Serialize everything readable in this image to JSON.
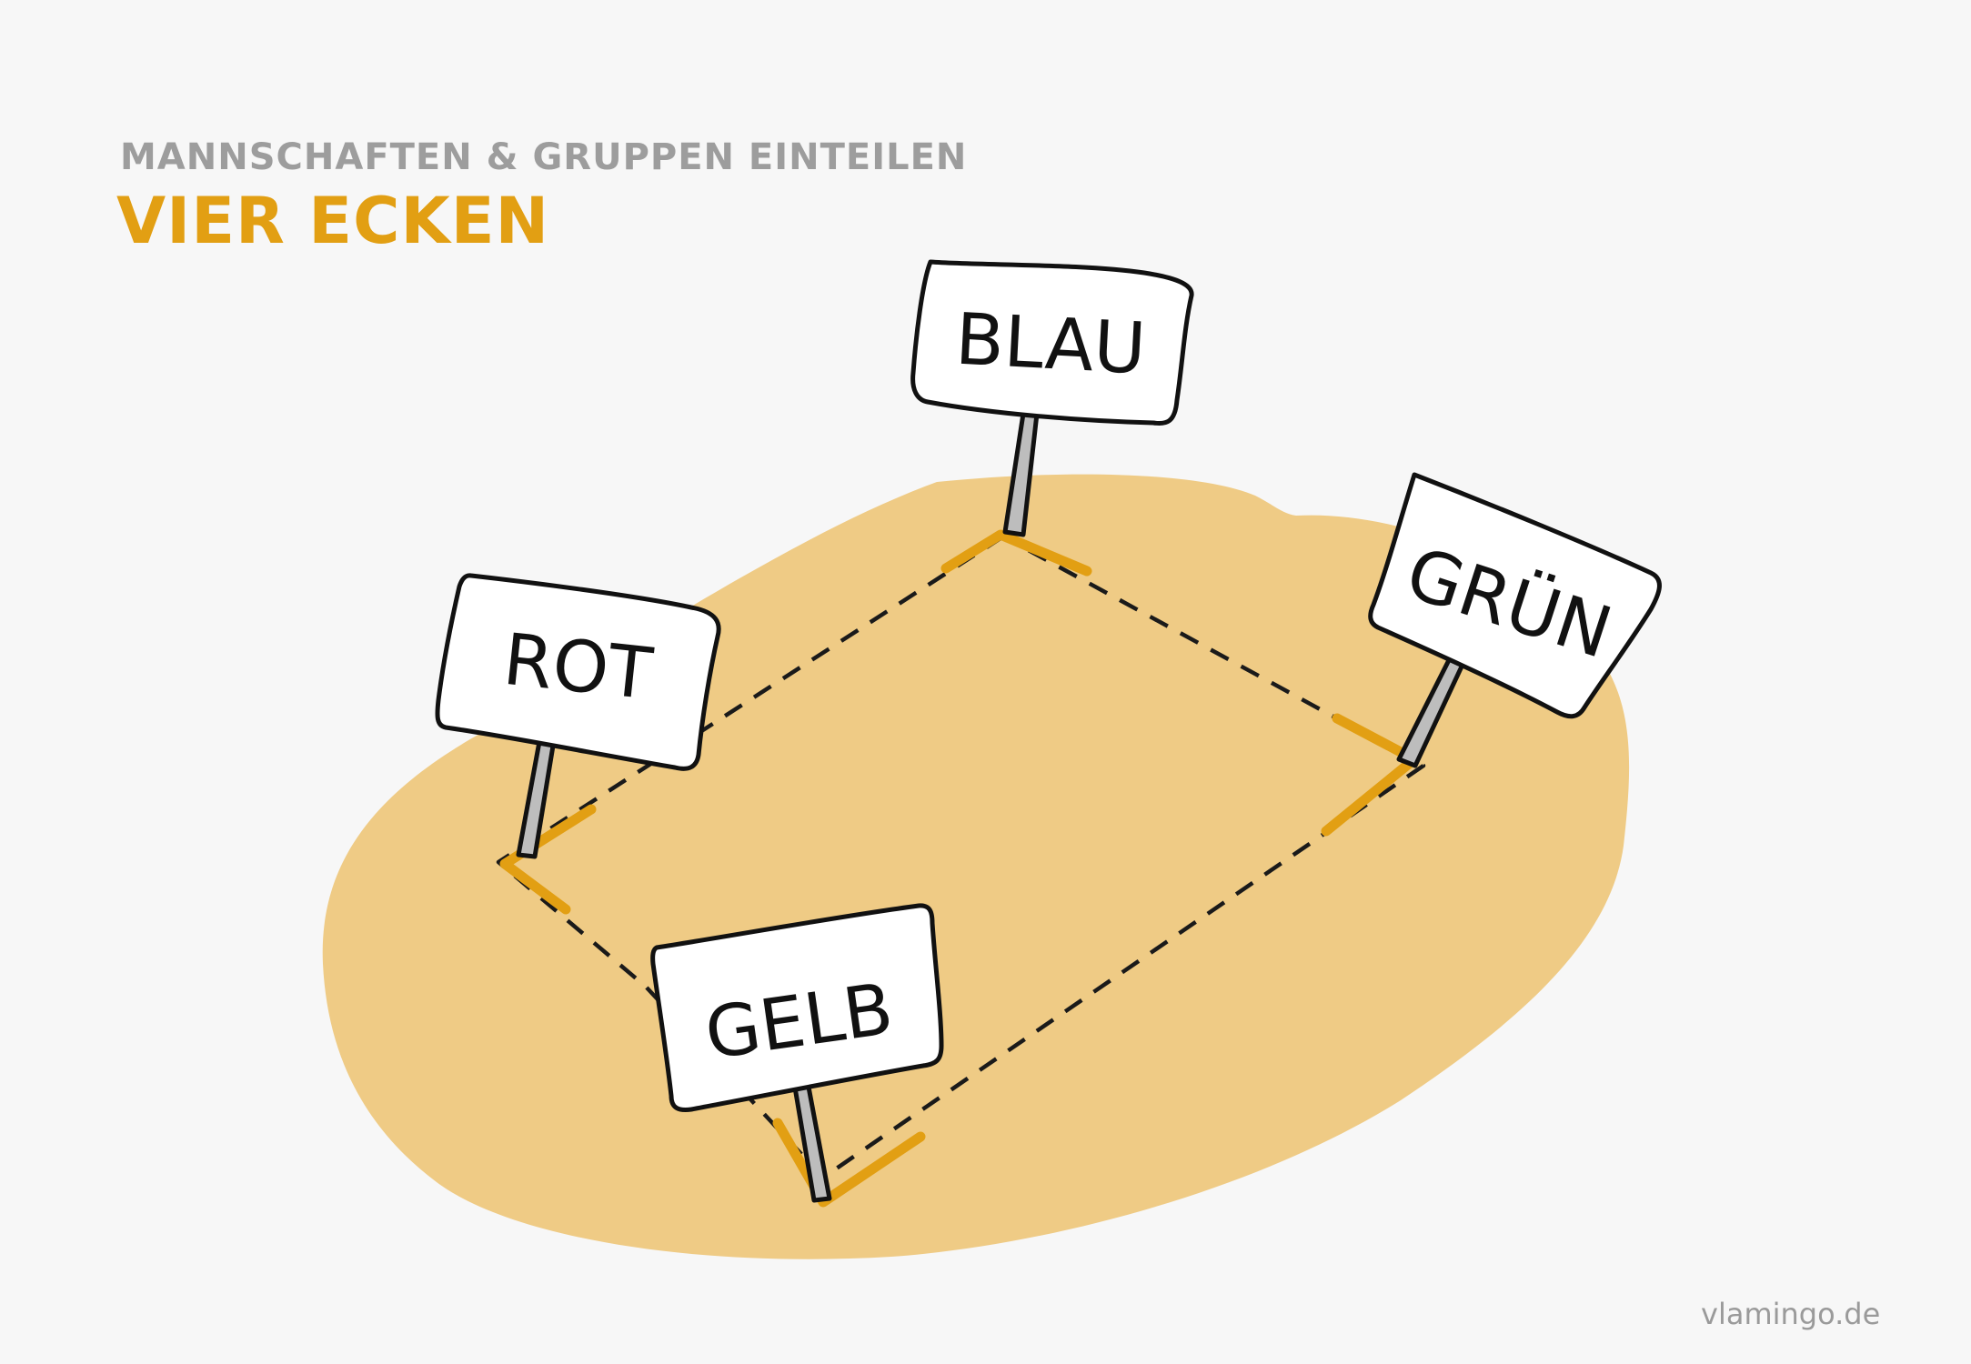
{
  "header": {
    "subtitle": "MANNSCHAFTEN & GRUPPEN EINTEILEN",
    "title": "VIER ECKEN"
  },
  "signs": {
    "blau": "BLAU",
    "rot": "ROT",
    "gruen": "GRÜN",
    "gelb": "GELB"
  },
  "footer": {
    "credit": "vlamingo.de"
  },
  "colors": {
    "accent": "#e29f13",
    "field": "#efcb85",
    "subtitle": "#9d9d9d"
  }
}
